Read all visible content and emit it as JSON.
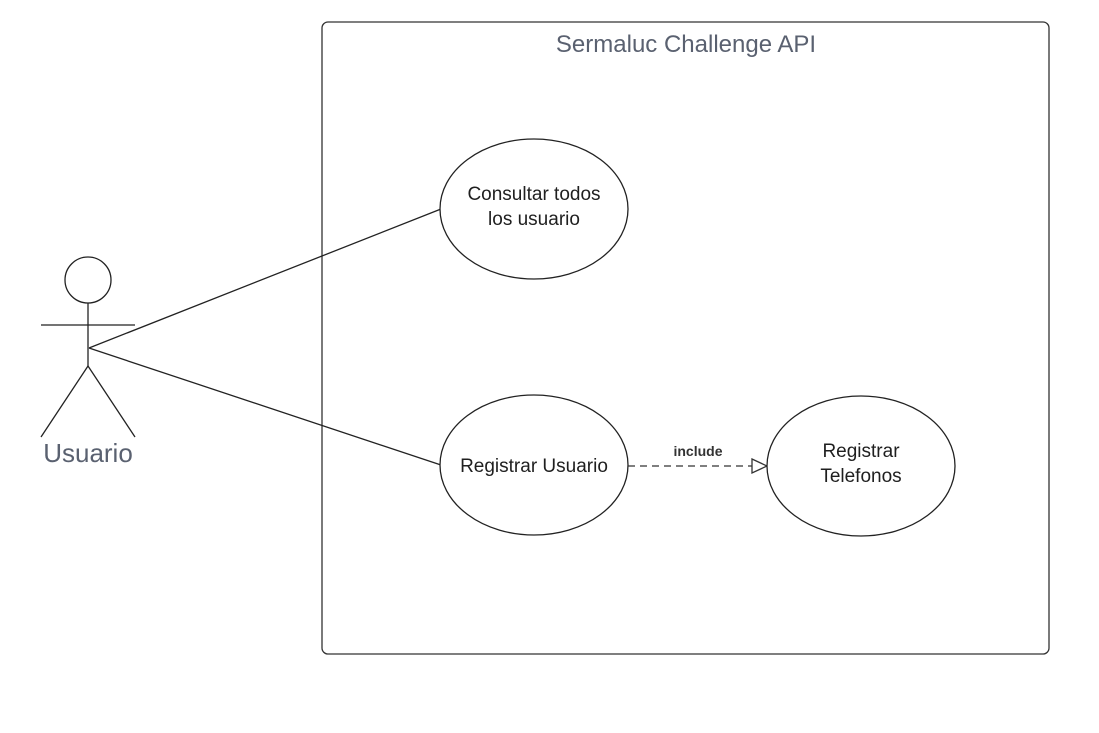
{
  "system": {
    "title": "Sermaluc Challenge API"
  },
  "actor": {
    "label": "Usuario"
  },
  "use_cases": {
    "consultar": {
      "line1": "Consultar todos",
      "line2": "los usuario"
    },
    "registrar_usuario": {
      "label": "Registrar Usuario"
    },
    "registrar_telefonos": {
      "line1": "Registrar",
      "line2": "Telefonos"
    }
  },
  "relations": {
    "include_label": "include"
  },
  "colors": {
    "stroke": "#222222",
    "title_text": "#5a6170"
  },
  "icons": {
    "actor": "stick-figure-icon",
    "include_arrow": "hollow-triangle-arrowhead-icon"
  }
}
